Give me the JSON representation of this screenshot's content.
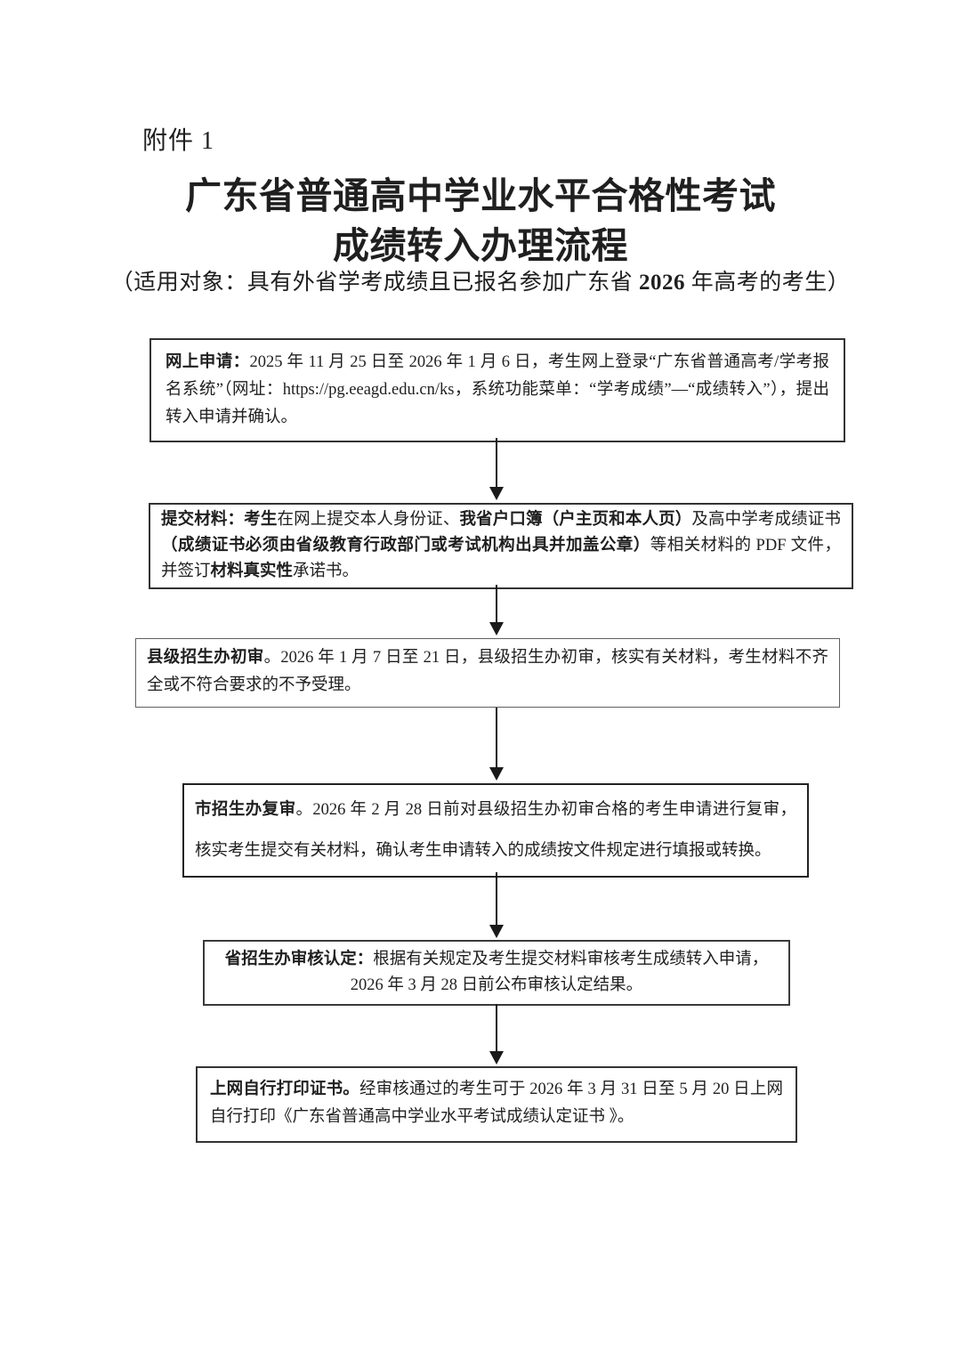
{
  "page": {
    "background": "#ffffff",
    "ink": "#1f1f1f",
    "border_color": "#333333"
  },
  "header": {
    "attachment_label": "附件 1",
    "title_line1": "广东省普通高中学业水平合格性考试",
    "title_line2": "成绩转入办理流程",
    "subtitle_segments": [
      {
        "text": "（适用对象：具有外省学考成绩且已报名参加广东省 ",
        "bold": false
      },
      {
        "text": "2026",
        "bold": true
      },
      {
        "text": " 年高考的考生）",
        "bold": false
      }
    ]
  },
  "flowchart": {
    "steps": [
      {
        "name": "online-application",
        "segments": [
          {
            "text": "网上申请：",
            "bold": true
          },
          {
            "text": "2025 年 11 月 25 日至 2026 年 1 月 6 日，考生网上登录“广东省普通高考/学考报名系统”（网址：https://pg.eeagd.edu.cn/ks，系统功能菜单：“学考成绩”—“成绩转入”），提出转入申请并确认。",
            "bold": false
          }
        ]
      },
      {
        "name": "submit-materials",
        "segments": [
          {
            "text": "提交材料：考生",
            "bold": true
          },
          {
            "text": "在网上提交本人身份证、",
            "bold": false
          },
          {
            "text": "我省户口簿（户主页和本人页）",
            "bold": true
          },
          {
            "text": "及高中学考成绩证书",
            "bold": false
          },
          {
            "text": "（成绩证书必须由省级教育行政部门或考试机构出具并加盖公章）",
            "bold": true
          },
          {
            "text": "等相关材料的 PDF 文件，并签订",
            "bold": false
          },
          {
            "text": "材料真实性",
            "bold": true
          },
          {
            "text": "承诺书。",
            "bold": false
          }
        ]
      },
      {
        "name": "county-initial-review",
        "segments": [
          {
            "text": "县级招生办初审",
            "bold": true
          },
          {
            "text": "。2026 年 1 月 7 日至 21 日，县级招生办初审，核实有关材料，考生材料不齐全或不符合要求的不予受理。",
            "bold": false
          }
        ]
      },
      {
        "name": "city-second-review",
        "segments": [
          {
            "text": "市招生办复审",
            "bold": true
          },
          {
            "text": "。2026 年 2 月 28 日前对县级招生办初审合格的考生申请进行复审，核实考生提交有关材料，确认考生申请转入的成绩按文件规定进行填报或转换。",
            "bold": false
          }
        ]
      },
      {
        "name": "province-verification",
        "segments": [
          {
            "text": "省招生办审核认定：",
            "bold": true
          },
          {
            "text": "根据有关规定及考生提交材料审核考生成绩转入申请，2026 年 3 月 28 日前公布审核认定结果。",
            "bold": false
          }
        ]
      },
      {
        "name": "print-certificate",
        "segments": [
          {
            "text": "上网自行打印证书。",
            "bold": true
          },
          {
            "text": "经审核通过的考生可于 2026 年 3 月 31 日至 5 月 20 日上网自行打印《广东省普通高中学业水平考试成绩认定证书 》。",
            "bold": false
          }
        ]
      }
    ]
  }
}
